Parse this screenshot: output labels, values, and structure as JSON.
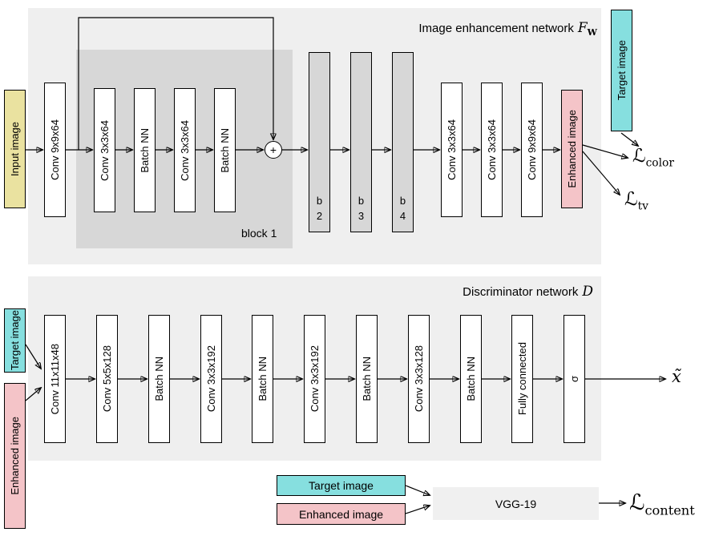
{
  "colors": {
    "target": "#86DFDF",
    "enhanced": "#F4C4C8",
    "input": "#EAE2A0",
    "panel": "#EFEFEF",
    "block_gray": "#D7D7D7",
    "vgg_box": "#F0F0F0"
  },
  "enhancement": {
    "title": "Image enhancement network",
    "symbol": "F",
    "symbol_sub": "W",
    "input_image": "Input image",
    "conv_in": "Conv 9x9x64",
    "block1": {
      "conv1": "Conv 3x3x64",
      "bn1": "Batch NN",
      "conv2": "Conv 3x3x64",
      "bn2": "Batch NN",
      "sum": "+",
      "label": "block 1"
    },
    "block2": "b\n2",
    "block3": "b\n3",
    "block4": "b\n4",
    "conv_out1": "Conv 3x3x64",
    "conv_out2": "Conv 3x3x64",
    "conv_out3": "Conv 9x9x64",
    "enhanced_image": "Enhanced image",
    "target_image": "Target image",
    "loss_color_symbol": "ℒ",
    "loss_color_sub": "color",
    "loss_tv_symbol": "ℒ",
    "loss_tv_sub": "tv"
  },
  "discriminator": {
    "title": "Discriminator network",
    "symbol": "D",
    "target_image": "Target image",
    "enhanced_image": "Enhanced image",
    "layers": [
      "Conv 11x11x48",
      "Conv 5x5x128",
      "Batch NN",
      "Conv 3x3x192",
      "Batch NN",
      "Conv 3x3x192",
      "Batch NN",
      "Conv 3x3x128",
      "Batch NN",
      "Fully connected",
      "σ"
    ],
    "output": "x̃"
  },
  "content_branch": {
    "target_image": "Target image",
    "enhanced_image": "Enhanced image",
    "vgg": "VGG-19",
    "loss_symbol": "ℒ",
    "loss_sub": "content"
  }
}
